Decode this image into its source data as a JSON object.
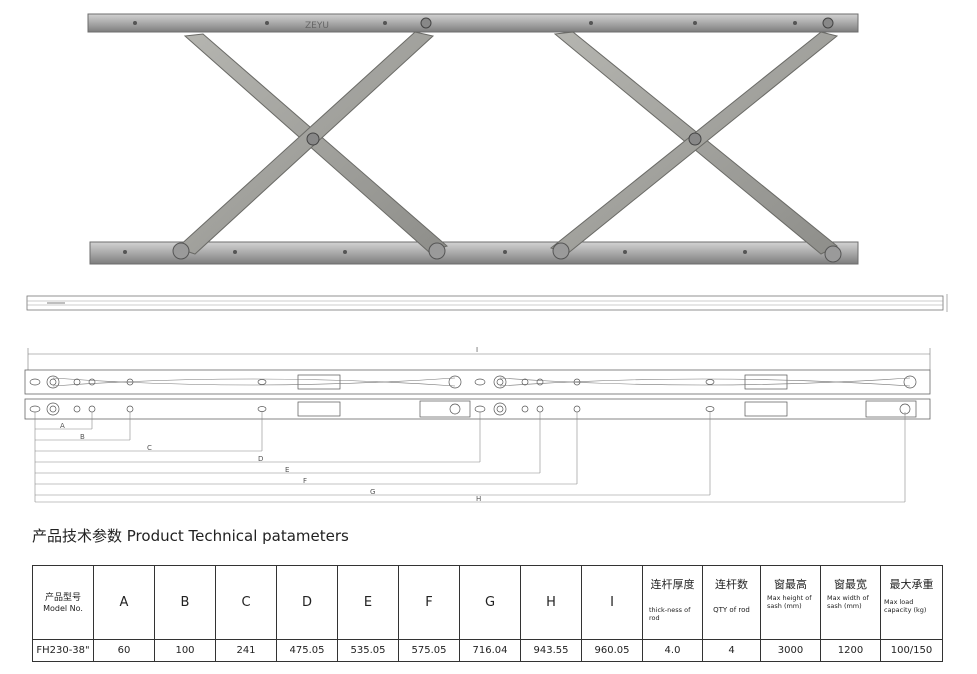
{
  "product": {
    "brand_mark": "ZEYU",
    "colors": {
      "steel_light": "#b9b9b9",
      "steel_dark": "#7a7a7a",
      "line": "#555555"
    }
  },
  "drawing": {
    "dimension_letters": [
      "A",
      "B",
      "C",
      "D",
      "E",
      "F",
      "G",
      "H"
    ],
    "top_letter": "I"
  },
  "heading": "产品技术参数 Product Technical patameters",
  "table": {
    "model_header_cn": "产品型号",
    "model_header_en": "Model No.",
    "letter_headers": [
      "A",
      "B",
      "C",
      "D",
      "E",
      "F",
      "G",
      "H",
      "I"
    ],
    "thickness_cn": "连杆厚度",
    "thickness_en": "thick-ness of rod",
    "qty_cn": "连杆数",
    "qty_en": "QTY of rod",
    "height_cn": "窗最高",
    "height_en": "Max height of sash (mm)",
    "width_cn": "窗最宽",
    "width_en": "Max width of sash (mm)",
    "load_cn": "最大承重",
    "load_en": "Max load capacity (kg)",
    "row": {
      "model": "FH230-38\"",
      "values": [
        "60",
        "100",
        "241",
        "475.05",
        "535.05",
        "575.05",
        "716.04",
        "943.55",
        "960.05"
      ],
      "thickness": "4.0",
      "qty": "4",
      "height": "3000",
      "width": "1200",
      "load": "100/150"
    }
  }
}
